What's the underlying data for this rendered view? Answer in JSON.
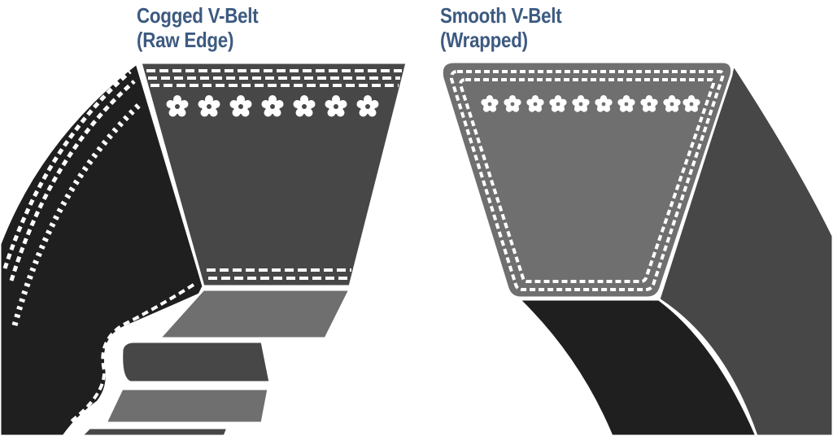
{
  "cogged_belt": {
    "title_line1": "Cogged V-Belt",
    "title_line2": "(Raw Edge)"
  },
  "smooth_belt": {
    "title_line1": "Smooth V-Belt",
    "title_line2": "(Wrapped)"
  },
  "colors": {
    "label_blue": "#3d5a80",
    "belt_black": "#1f1f1f",
    "belt_dark": "#474747",
    "belt_mid": "#6f6f6f",
    "outline": "#ffffff"
  }
}
